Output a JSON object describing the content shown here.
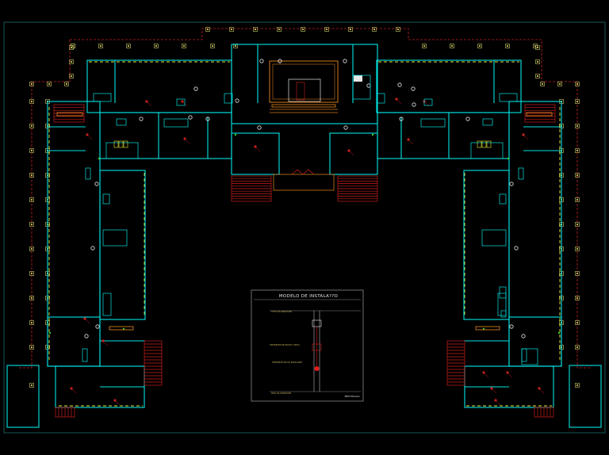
{
  "drawing": {
    "background": "#000000",
    "colors": {
      "wall": "#00e5e5",
      "grid_red": "#c81e1e",
      "column": "#b8b45a",
      "window": "#e8e83a",
      "orange": "#d07a1c",
      "white": "#e6e6e6",
      "gray": "#8a8a8a",
      "green": "#2fd12f",
      "magenta": "#c040c0"
    }
  },
  "legend": {
    "title": "MODELO DE INSTALA??O",
    "labels": [
      "TETO DA MARQUISE",
      "INTERRUPTOR BIVOLT (2500)",
      "INTERRUPTOR DE PASSAGEM",
      "PISO DA MARQUISE"
    ],
    "footer": "SEM ESCALA"
  }
}
